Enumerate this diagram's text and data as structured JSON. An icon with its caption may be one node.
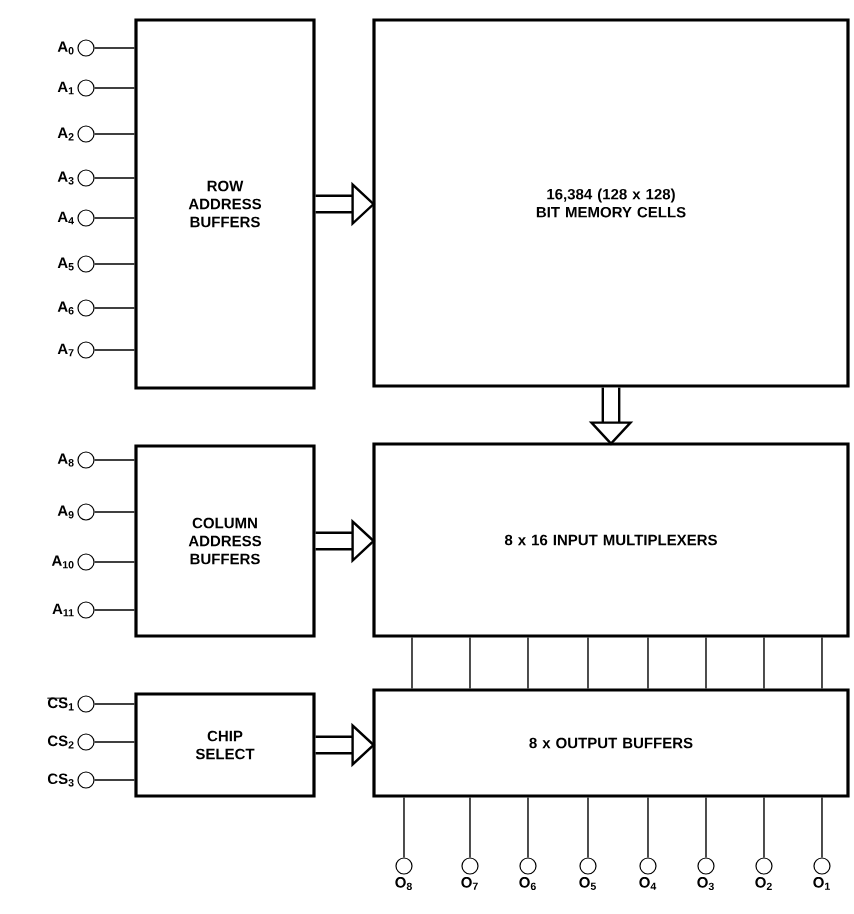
{
  "diagram": {
    "nodes": [
      {
        "text": [
          "ROW ADDRESS BUFFERS"
        ]
      },
      {
        "text": [
          "16,384 (128 x 128) BIT MEMORY CELLS"
        ]
      },
      {
        "text": [
          "COLUMN ADDRESS BUFFERS"
        ]
      },
      {
        "text": [
          "8 x 16 INPUT MULTIPLEXERS"
        ]
      },
      {
        "text": [
          "CHIP SELECT"
        ]
      },
      {
        "text": [
          "8 x OUTPUT BUFFERS"
        ]
      },
      {
        "text": [
          "A$_{0}$"
        ]
      },
      {
        "text": [
          "A$_{1}$"
        ]
      },
      {
        "text": [
          "A$_{2}$"
        ]
      },
      {
        "text": [
          "A$_{3}$"
        ]
      },
      {
        "text": [
          "A$_{4}$"
        ]
      },
      {
        "text": [
          "A$_{5}$"
        ]
      },
      {
        "text": [
          "A$_{6}$"
        ]
      },
      {
        "text": [
          "A$_{7}$"
        ]
      },
      {
        "text": [
          "A$_{8}$"
        ]
      },
      {
        "text": [
          "A$_{9}$"
        ]
      },
      {
        "text": [
          "A$_{10}$"
        ]
      },
      {
        "text": [
          "A$_{11}$"
        ]
      },
      {
        "text": [
          "CS$_{1}$"
        ]
      },
      {
        "text": [
          "CS$_{2}$"
        ]
      },
      {
        "text": [
          "CS$_{3}$"
        ]
      },
      {
        "text": [
          "O$_{8}$"
        ]
      },
      {
        "text": [
          "O$_{7}$"
        ]
      },
      {
        "text": [
          "O$_{6}$"
        ]
      },
      {
        "text": [
          "O$_{5}$"
        ]
      },
      {
        "text": [
          "O$_{4}$"
        ]
      },
      {
        "text": [
          "O$_{3}$"
        ]
      },
      {
        "text": [
          "O$_{2}$"
        ]
      },
      {
        "text": [
          "O$_{1}$"
        ]
      }
    ],
    "edges": [
      {
        "from": 0,
        "to": 1,
        "arrow": "to",
        "style": "thick"
      },
      {
        "from": 1,
        "to": 3,
        "arrow": "to",
        "style": "thick"
      },
      {
        "from": 2,
        "to": 3,
        "arrow": "to",
        "style": "thick"
      },
      {
        "from": 4,
        "to": 5,
        "arrow": "to",
        "style": "thick"
      },
      {
        "from": 6,
        "to": 0,
        "arrow": "none"
      },
      {
        "from": 7,
        "to": 0,
        "arrow": "none"
      },
      {
        "from": 8,
        "to": 0,
        "arrow": "none"
      },
      {
        "from": 9,
        "to": 0,
        "arrow": "none"
      },
      {
        "from": 10,
        "to": 0,
        "arrow": "none"
      },
      {
        "from": 11,
        "to": 0,
        "arrow": "none"
      },
      {
        "from": 12,
        "to": 0,
        "arrow": "none"
      },
      {
        "from": 13,
        "to": 0,
        "arrow": "none"
      },
      {
        "from": 14,
        "to": 2,
        "arrow": "none"
      },
      {
        "from": 15,
        "to": 2,
        "arrow": "none"
      },
      {
        "from": 16,
        "to": 2,
        "arrow": "none"
      },
      {
        "from": 17,
        "to": 2,
        "arrow": "none"
      },
      {
        "from": 18,
        "to": 4,
        "arrow": "none"
      },
      {
        "from": 19,
        "to": 4,
        "arrow": "none"
      },
      {
        "from": 20,
        "to": 4,
        "arrow": "none"
      },
      {
        "from": 5,
        "to": 21,
        "arrow": "none"
      },
      {
        "from": 5,
        "to": 22,
        "arrow": "none"
      },
      {
        "from": 5,
        "to": 23,
        "arrow": "none"
      },
      {
        "from": 5,
        "to": 24,
        "arrow": "none"
      },
      {
        "from": 5,
        "to": 25,
        "arrow": "none"
      },
      {
        "from": 5,
        "to": 26,
        "arrow": "none"
      },
      {
        "from": 5,
        "to": 27,
        "arrow": "none"
      },
      {
        "from": 5,
        "to": 28,
        "arrow": "none"
      },
      {
        "from": 3,
        "to": 5,
        "arrow": "none"
      },
      {
        "from": 3,
        "to": 5,
        "arrow": "none"
      },
      {
        "from": 3,
        "to": 5,
        "arrow": "none"
      },
      {
        "from": 3,
        "to": 5,
        "arrow": "none"
      },
      {
        "from": 3,
        "to": 5,
        "arrow": "none"
      },
      {
        "from": 3,
        "to": 5,
        "arrow": "none"
      },
      {
        "from": 3,
        "to": 5,
        "arrow": "none"
      },
      {
        "from": 3,
        "to": 5,
        "arrow": "none"
      }
    ]
  }
}
